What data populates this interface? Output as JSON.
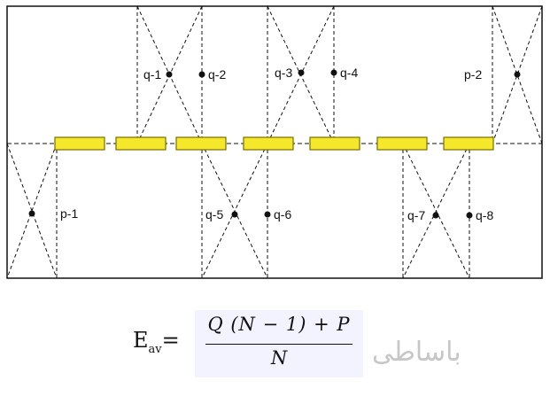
{
  "diagram": {
    "stroke_color": "#111111",
    "bar_fill": "#f5e82a",
    "bar_stroke": "#7a6f00",
    "labels": {
      "q1": "q-1",
      "q2": "q-2",
      "q3": "q-3",
      "q4": "q-4",
      "p2": "p-2",
      "p1": "p-1",
      "q5": "q-5",
      "q6": "q-6",
      "q7": "q-7",
      "q8": "q-8"
    }
  },
  "formula": {
    "lhs": "E",
    "lhs_sub": "av",
    "lhs_eq": "=",
    "numerator": "Q (N − 1) + P",
    "denominator": "N",
    "highlight_color": "#f3f3ff"
  },
  "watermark": {
    "text": "باساطی",
    "color": "#c7c7c7"
  }
}
